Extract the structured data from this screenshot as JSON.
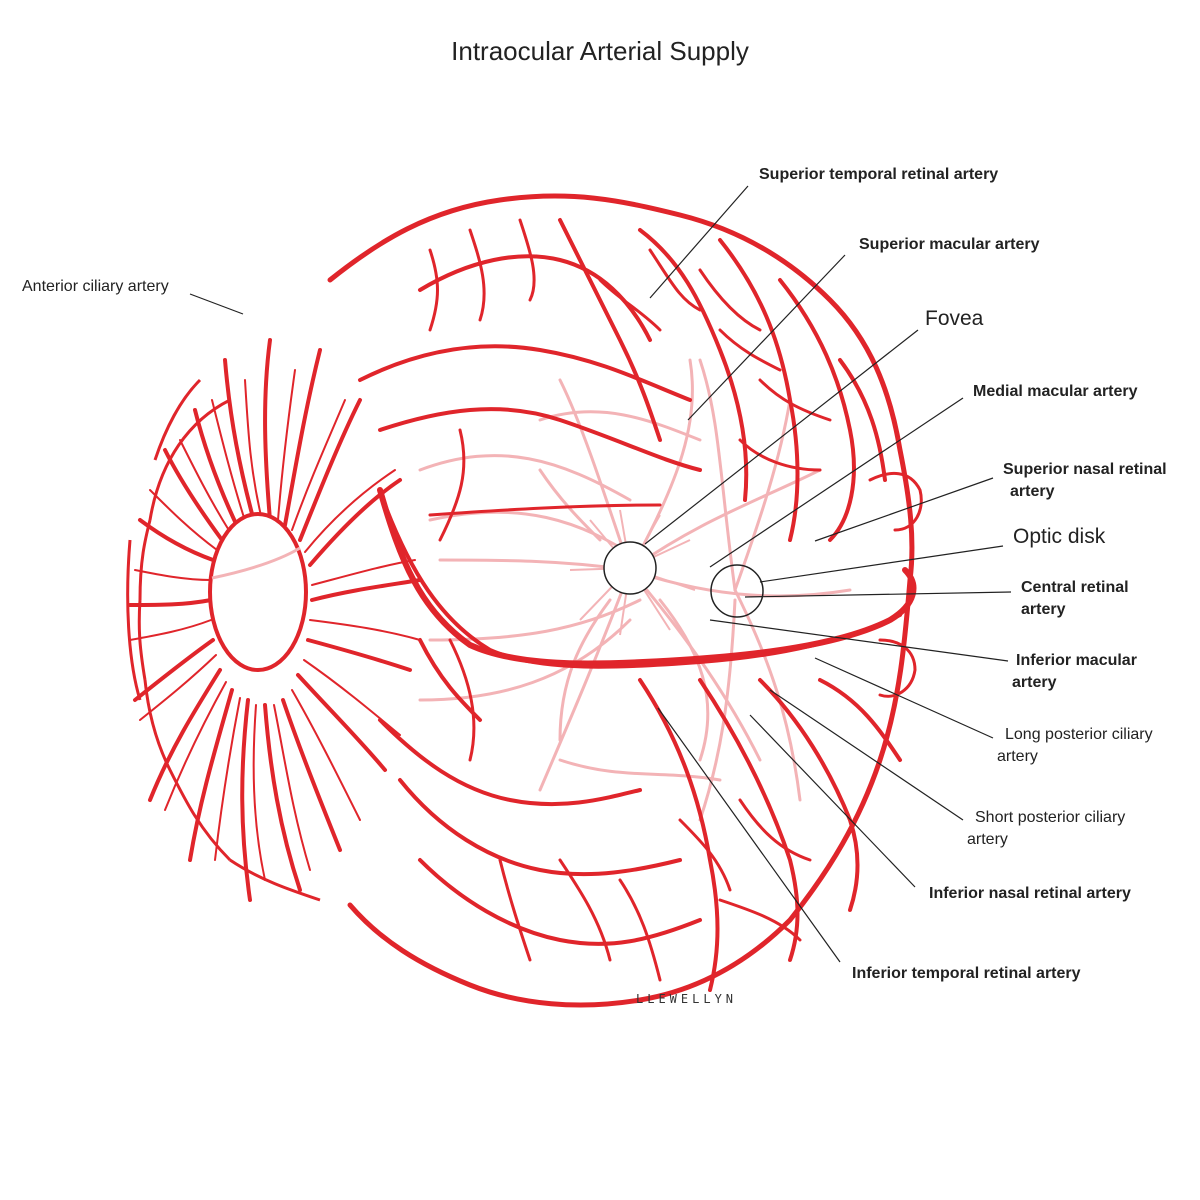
{
  "title": "Intraocular Arterial Supply",
  "signature": "LLEWELLYN",
  "colors": {
    "artery": "#e0252b",
    "artery_faint": "#f3b3b6",
    "line": "#222222"
  },
  "labels": {
    "anterior_ciliary": "Anterior ciliary artery",
    "superior_temporal_retinal": "Superior temporal retinal artery",
    "superior_macular": "Superior macular artery",
    "fovea": "Fovea",
    "medial_macular": "Medial macular artery",
    "superior_nasal_retinal_1": "Superior nasal retinal",
    "superior_nasal_retinal_2": "artery",
    "optic_disk": "Optic disk",
    "central_retinal_1": "Central retinal",
    "central_retinal_2": "artery",
    "inferior_macular_1": "Inferior macular",
    "inferior_macular_2": "artery",
    "long_posterior_ciliary_1": "Long posterior ciliary",
    "long_posterior_ciliary_2": "artery",
    "short_posterior_ciliary_1": "Short posterior ciliary",
    "short_posterior_ciliary_2": "artery",
    "inferior_nasal_retinal": "Inferior nasal retinal artery",
    "inferior_temporal_retinal": "Inferior temporal retinal artery"
  }
}
